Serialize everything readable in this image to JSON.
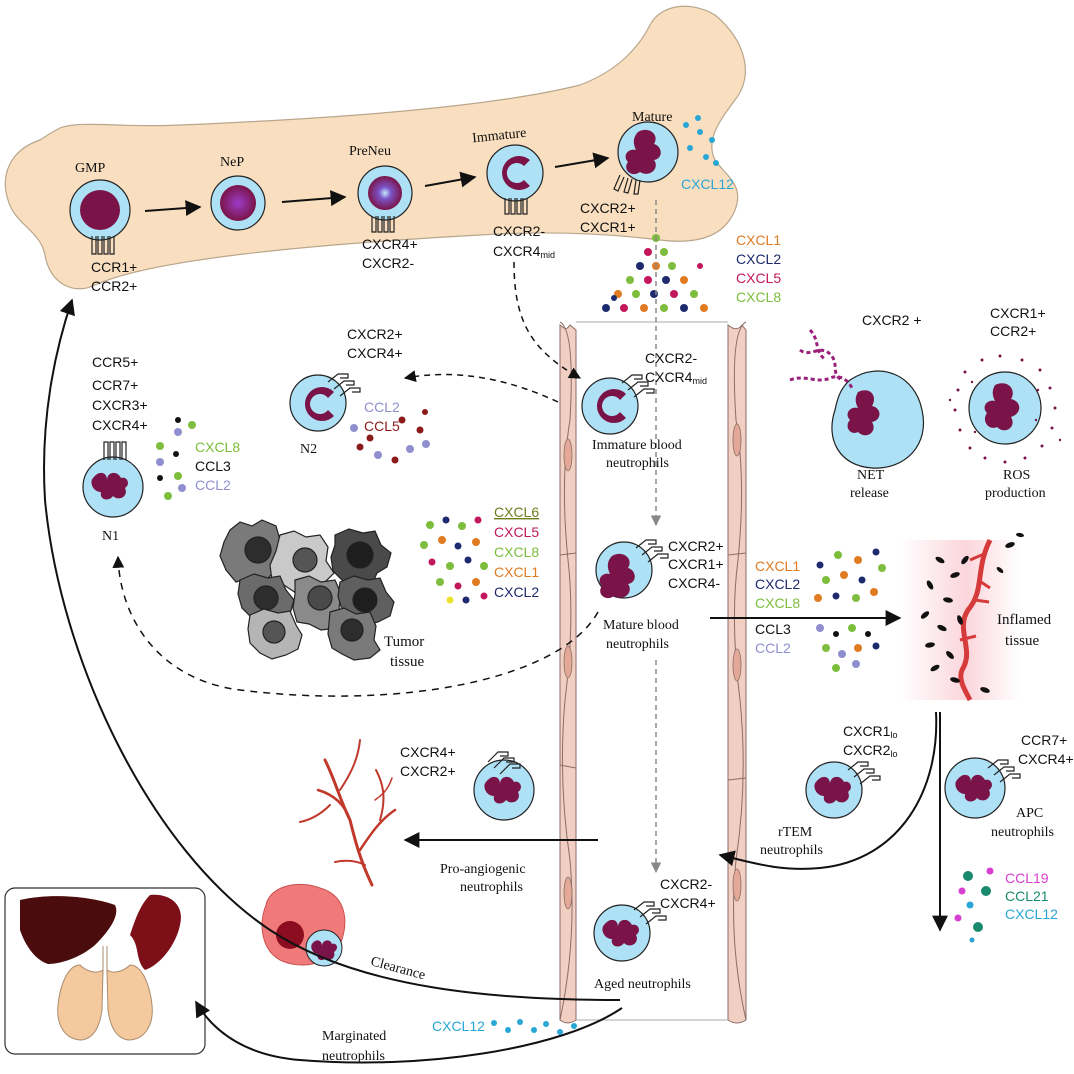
{
  "stages": {
    "gmp": "GMP",
    "nep": "NeP",
    "preneu": "PreNeu",
    "immature": "Immature",
    "mature": "Mature"
  },
  "markers": {
    "gmp_1": "CCR1+",
    "gmp_2": "CCR2+",
    "preneu_1": "CXCR4+",
    "preneu_2": "CXCR2-",
    "immature_1": "CXCR2-",
    "immature_2": "CXCR4",
    "immature_2_sub": "mid",
    "mature_1": "CXCR2+",
    "mature_2": "CXCR1+",
    "mature_chemokine": "CXCL12",
    "n2_1": "CXCR2+",
    "n2_2": "CXCR4+",
    "n1_1": "CCR5+",
    "n1_2": "CCR7+",
    "n1_3": "CXCR3+",
    "n1_4": "CXCR4+",
    "blood_immature_1": "CXCR2-",
    "blood_immature_2": "CXCR4",
    "blood_immature_2_sub": "mid",
    "blood_mature_1": "CXCR2+",
    "blood_mature_2": "CXCR1+",
    "blood_mature_3": "CXCR4-",
    "net_1": "CXCR2 +",
    "ros_1": "CXCR1+",
    "ros_2": "CCR2+",
    "angio_1": "CXCR4+",
    "angio_2": "CXCR2+",
    "rtem_1": "CXCR1",
    "rtem_1_sub": "lo",
    "rtem_2": "CXCR2",
    "rtem_2_sub": "lo",
    "apc_1": "CCR7+",
    "apc_2": "CXCR4+",
    "aged_1": "CXCR2-",
    "aged_2": "CXCR4+"
  },
  "chemokine_lists": {
    "release": [
      "CXCL1",
      "CXCL2",
      "CXCL5",
      "CXCL8"
    ],
    "n2": [
      "CCL2",
      "CCL5"
    ],
    "n1": [
      "CXCL8",
      "CCL3",
      "CCL2"
    ],
    "tumor": [
      "CXCL6",
      "CXCL5",
      "CXCL8",
      "CXCL1",
      "CXCL2"
    ],
    "inflamed": [
      "CXCL1",
      "CXCL2",
      "CXCL8",
      "CCL3",
      "CCL2"
    ],
    "lymph": [
      "CCL19",
      "CCL21",
      "CXCL12"
    ],
    "marginated": "CXCL12"
  },
  "cell_labels": {
    "immature_blood_1": "Immature blood",
    "immature_blood_2": "neutrophils",
    "mature_blood_1": "Mature blood",
    "mature_blood_2": "neutrophils",
    "n2": "N2",
    "n1": "N1",
    "tumor_1": "Tumor",
    "tumor_2": "tissue",
    "net_1": "NET",
    "net_2": "release",
    "ros_1": "ROS",
    "ros_2": "production",
    "inflamed_1": "Inflamed",
    "inflamed_2": "tissue",
    "rtem_1": "rTEM",
    "rtem_2": "neutrophils",
    "apc_1": "APC",
    "apc_2": "neutrophils",
    "angio_1": "Pro-angiogenic",
    "angio_2": "neutrophils",
    "aged": "Aged neutrophils",
    "clearance": "Clearance",
    "marginated_1": "Marginated",
    "marginated_2": "neutrophils"
  },
  "colors": {
    "bone": "#f9dfc0",
    "bone_stroke": "#b9a68c",
    "cell": "#aee1f5",
    "cell_stroke": "#222222",
    "nucleus": "#7a1448",
    "vessel": "#f2cfc3",
    "CXCL1": "#e07b23",
    "CXCL2": "#1d2b6e",
    "CXCL5": "#c2185b",
    "CXCL8": "#7cbd3c",
    "CXCL6": "#6b7f1d",
    "CCL2": "#8f8fd0",
    "CCL5": "#8b1a1a",
    "CCL3": "#111111",
    "CCL19": "#d63fcf",
    "CCL21": "#1a8a6e",
    "CXCL12": "#28a7d6"
  }
}
